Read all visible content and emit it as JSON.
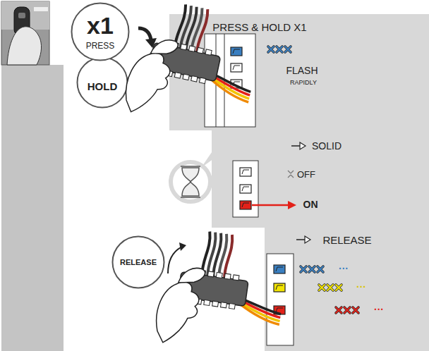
{
  "diagram": {
    "nodes": [
      {
        "text": [
          "x1",
          "PRESS"
        ]
      },
      {
        "text": [
          "HOLD"
        ]
      },
      {
        "text": [
          "PRESS & HOLD X1",
          "FLASH",
          "RAPIDLY"
        ]
      },
      {
        "text": [
          "SOLID",
          "OFF",
          "ON"
        ]
      },
      {
        "text": [
          "RELEASE"
        ]
      },
      {
        "text": [
          "RELEASE",
          "···",
          "···",
          "···"
        ]
      }
    ]
  }
}
